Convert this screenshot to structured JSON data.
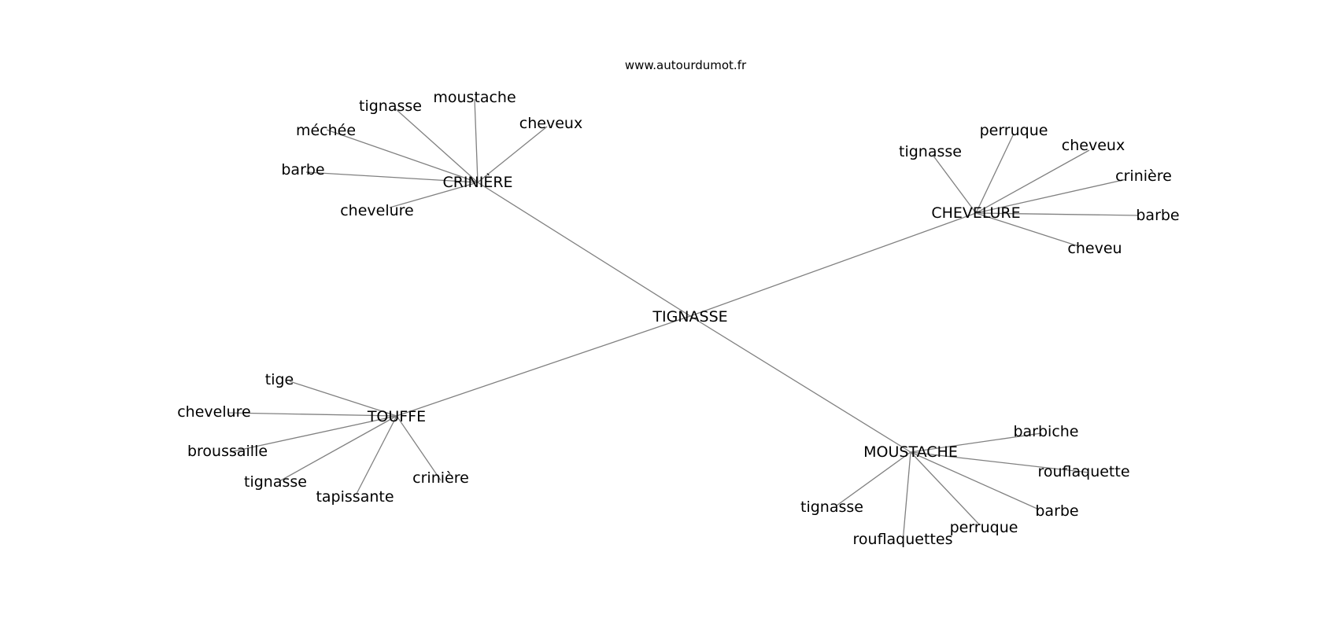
{
  "source": "www.autourdumot.fr",
  "root": {
    "label": "TIGNASSE"
  },
  "colors": {
    "edge": "#808080",
    "text": "#000000",
    "background": "#ffffff"
  },
  "clusters": [
    {
      "id": "criniere",
      "label": "CRINIÈRE",
      "leaves": [
        "tignasse",
        "moustache",
        "cheveux",
        "méchée",
        "barbe",
        "chevelure"
      ]
    },
    {
      "id": "chevelure",
      "label": "CHEVELURE",
      "leaves": [
        "tignasse",
        "perruque",
        "cheveux",
        "crinière",
        "barbe",
        "cheveu"
      ]
    },
    {
      "id": "touffe",
      "label": "TOUFFE",
      "leaves": [
        "tige",
        "chevelure",
        "broussaille",
        "tignasse",
        "tapissante",
        "crinière"
      ]
    },
    {
      "id": "moustache",
      "label": "MOUSTACHE",
      "leaves": [
        "barbiche",
        "rouflaquette",
        "barbe",
        "perruque",
        "rouflaquettes",
        "tignasse"
      ]
    }
  ]
}
